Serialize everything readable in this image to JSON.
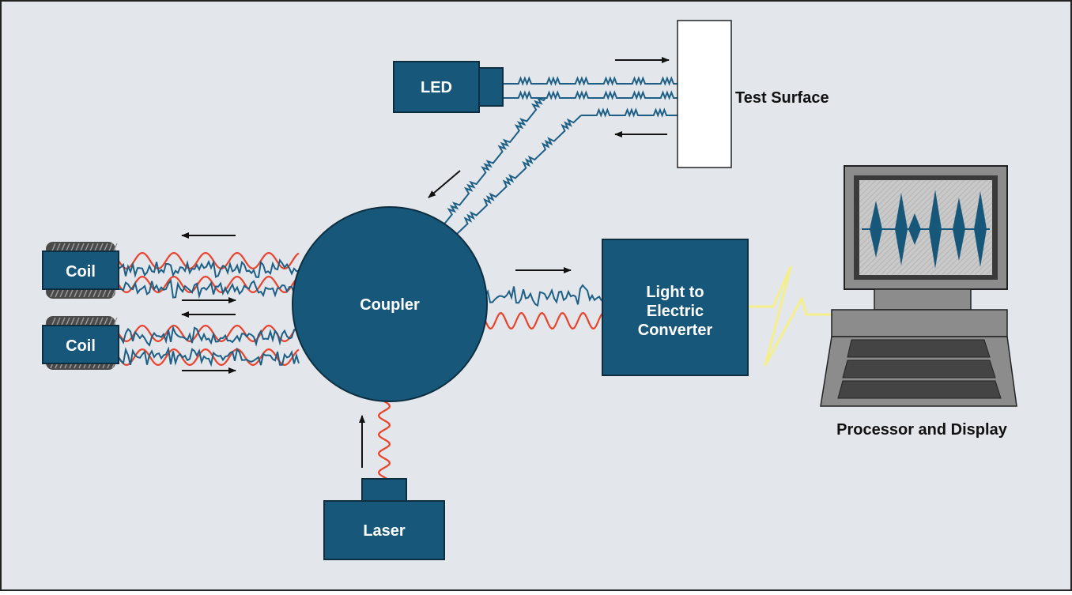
{
  "colors": {
    "background": "#e3e7ec",
    "box_fill": "#17587a",
    "fiber_blue": "#1e5f85",
    "fiber_gray": "#8a96a8",
    "wave_red": "#e8432c",
    "signal_yellow": "#f5ef8a",
    "monitor_outer": "#8c8c8c",
    "screen_bg": "#c9c9c9"
  },
  "labels": {
    "led": "LED",
    "test_surface": "Test Surface",
    "coil_1": "Coil",
    "coil_2": "Coil",
    "coupler": "Coupler",
    "converter": [
      "Light to",
      "Electric",
      "Converter"
    ],
    "laser": "Laser",
    "processor": "Processor and Display"
  }
}
